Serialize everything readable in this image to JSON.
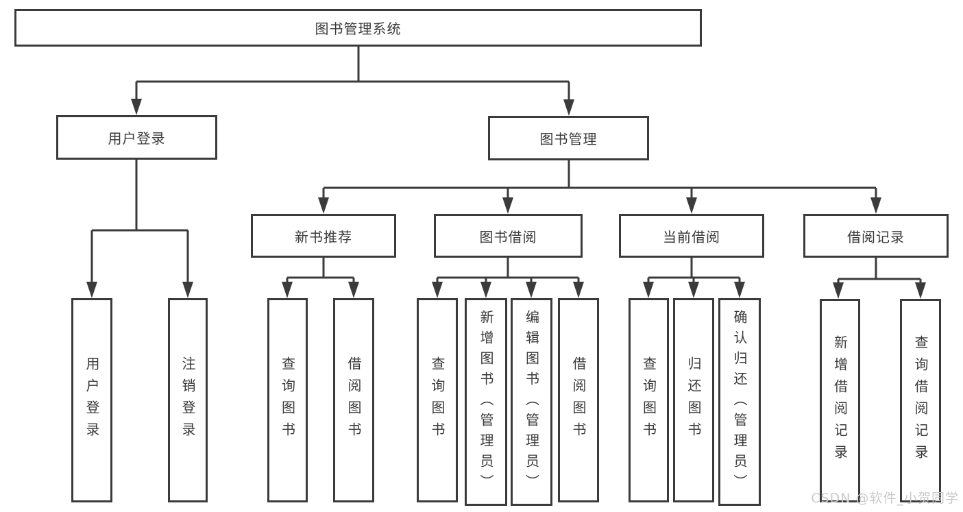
{
  "diagram_type": "functional-structure-tree",
  "colors": {
    "line": "#3b3b3b",
    "box_border": "#3b3b3b",
    "text": "#3a3a3a",
    "background": "#ffffff",
    "watermark": "#c9c9cd"
  },
  "watermark": {
    "text": "CSDN @软件_小贺同学"
  },
  "tree": {
    "label": "图书管理系统",
    "children": [
      {
        "label": "用户登录",
        "children": [
          {
            "label": "用户登录"
          },
          {
            "label": "注销登录"
          }
        ]
      },
      {
        "label": "图书管理",
        "children": [
          {
            "label": "新书推荐",
            "children": [
              {
                "label": "查询图书"
              },
              {
                "label": "借阅图书"
              }
            ]
          },
          {
            "label": "图书借阅",
            "children": [
              {
                "label": "查询图书"
              },
              {
                "label": "新增图书（管理员）"
              },
              {
                "label": "编辑图书（管理员）"
              },
              {
                "label": "借阅图书"
              }
            ]
          },
          {
            "label": "当前借阅",
            "children": [
              {
                "label": "查询图书"
              },
              {
                "label": "归还图书"
              },
              {
                "label": "确认归还（管理员）"
              }
            ]
          },
          {
            "label": "借阅记录",
            "children": [
              {
                "label": "新增借阅记录"
              },
              {
                "label": "查询借阅记录"
              }
            ]
          }
        ]
      }
    ]
  }
}
